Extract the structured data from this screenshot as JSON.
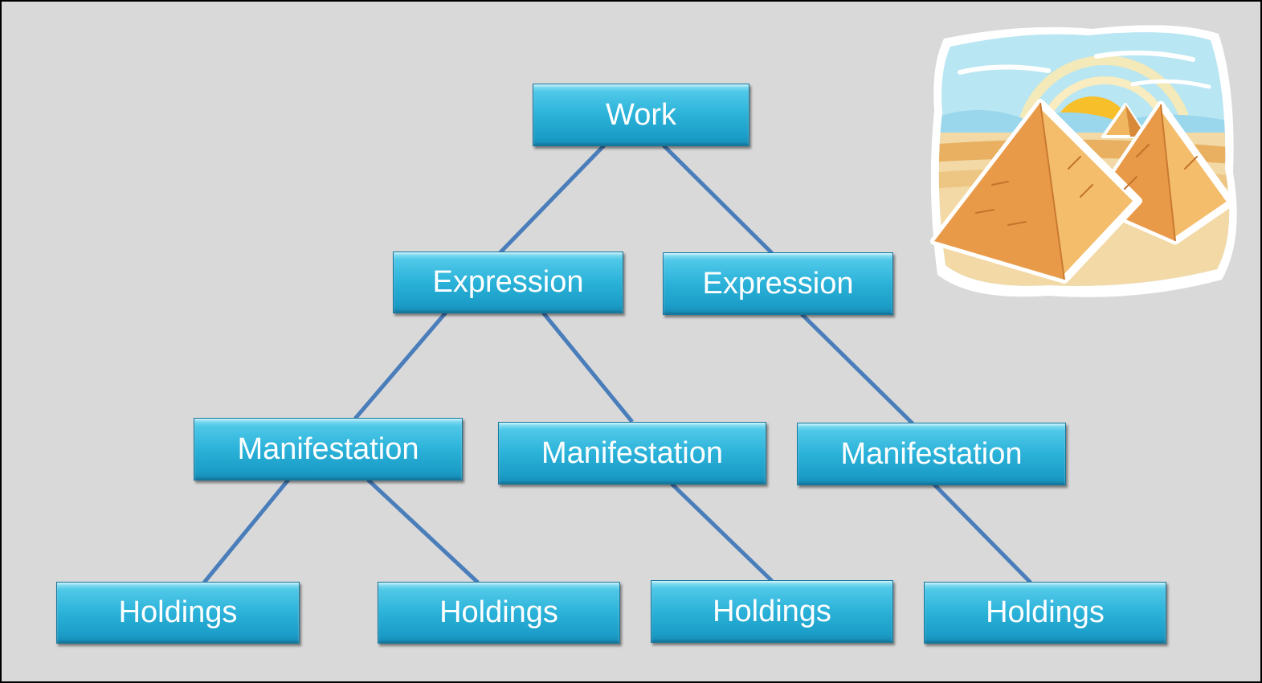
{
  "diagram": {
    "work": "Work",
    "expressions": [
      "Expression",
      "Expression"
    ],
    "manifestations": [
      "Manifestation",
      "Manifestation",
      "Manifestation"
    ],
    "holdings": [
      "Holdings",
      "Holdings",
      "Holdings",
      "Holdings"
    ]
  },
  "colors": {
    "background": "#d9d9d9",
    "node_fill": "#2bb2d9",
    "connector": "#4a7ebb",
    "text": "#ffffff"
  },
  "decoration": {
    "icon": "pyramids-clipart-icon"
  }
}
